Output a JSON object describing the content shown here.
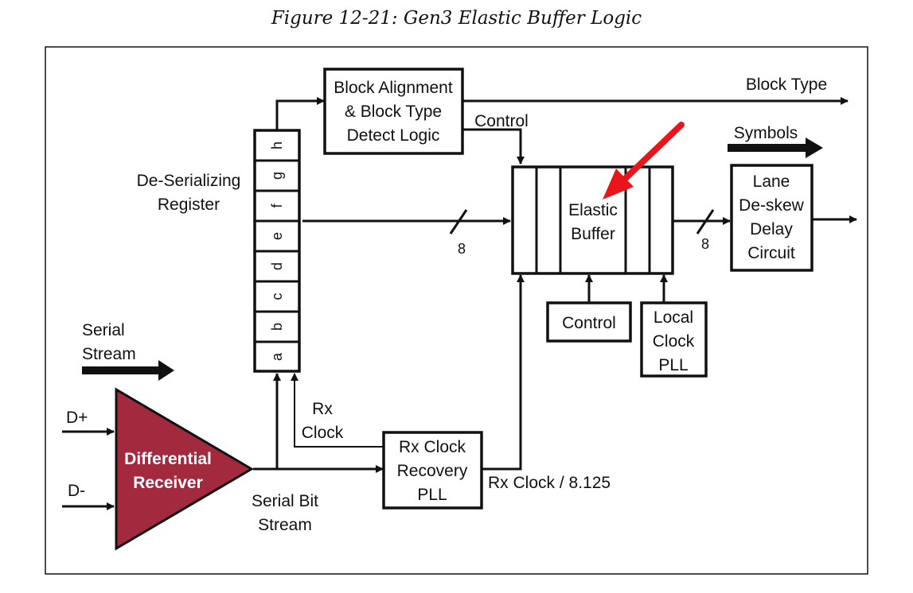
{
  "figure": {
    "caption": "Figure 12-21: Gen3 Elastic Buffer Logic"
  },
  "blocks": {
    "block_alignment": [
      "Block Alignment",
      "& Block Type",
      "Detect Logic"
    ],
    "elastic_buffer": [
      "Elastic",
      "Buffer"
    ],
    "lane_deskew": [
      "Lane",
      "De-skew",
      "Delay",
      "Circuit"
    ],
    "control": [
      "Control"
    ],
    "local_clock_pll": [
      "Local",
      "Clock",
      "PLL"
    ],
    "rx_clock_recovery": [
      "Rx Clock",
      "Recovery",
      "PLL"
    ],
    "differential_receiver": [
      "Differential",
      "Receiver"
    ]
  },
  "register": {
    "label": [
      "De-Serializing",
      "Register"
    ],
    "cells": [
      "h",
      "g",
      "f",
      "e",
      "d",
      "c",
      "b",
      "a"
    ]
  },
  "labels": {
    "block_type": "Block Type",
    "control_signal": "Control",
    "symbols": "Symbols",
    "bus_width_in": "8",
    "bus_width_out": "8",
    "serial_stream": [
      "Serial",
      "Stream"
    ],
    "d_plus": "D+",
    "d_minus": "D-",
    "rx_clock": [
      "Rx",
      "Clock"
    ],
    "serial_bit_stream": [
      "Serial Bit",
      "Stream"
    ],
    "rx_clock_div": "Rx Clock / 8.125"
  },
  "colors": {
    "receiver_fill": "#A32A3E",
    "highlight_arrow": "#E8151B",
    "line": "#111111"
  }
}
